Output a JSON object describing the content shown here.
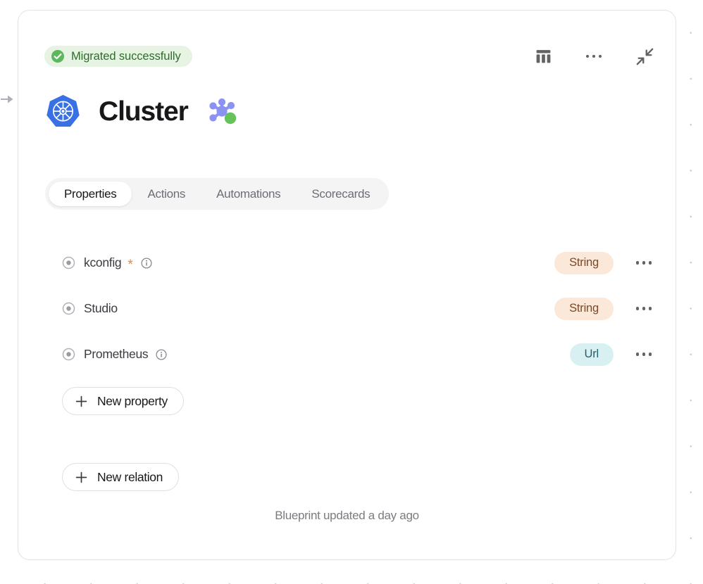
{
  "canvas": {
    "edge_handle_icon": "arrow-right-icon"
  },
  "card": {
    "status": {
      "icon": "check-circle-icon",
      "label": "Migrated successfully",
      "bg_color": "#e7f4e4",
      "text_color": "#2f6b2b"
    },
    "top_actions": [
      {
        "name": "table-view-button",
        "icon": "table-columns-icon"
      },
      {
        "name": "more-options-button",
        "icon": "ellipsis-icon"
      },
      {
        "name": "collapse-button",
        "icon": "collapse-arrows-icon"
      }
    ],
    "title": {
      "logo_icon": "kubernetes-icon",
      "text": "Cluster",
      "badge_icon": "node-graph-icon"
    },
    "tabs": [
      {
        "label": "Properties",
        "active": true
      },
      {
        "label": "Actions",
        "active": false
      },
      {
        "label": "Automations",
        "active": false
      },
      {
        "label": "Scorecards",
        "active": false
      }
    ],
    "properties": [
      {
        "name": "kconfig",
        "required": true,
        "has_info": true,
        "type": "String",
        "type_style": "string",
        "menu_icon": "ellipsis-icon"
      },
      {
        "name": "Studio",
        "required": false,
        "has_info": false,
        "type": "String",
        "type_style": "string",
        "menu_icon": "ellipsis-icon"
      },
      {
        "name": "Prometheus",
        "required": false,
        "has_info": true,
        "type": "Url",
        "type_style": "url",
        "menu_icon": "ellipsis-icon"
      }
    ],
    "new_property_label": "New property",
    "new_relation_label": "New relation",
    "footer_note": "Blueprint updated a day ago",
    "colors": {
      "string_badge_bg": "#fbe8d8",
      "string_badge_text": "#78492a",
      "url_badge_bg": "#d9f0f2",
      "url_badge_text": "#21616b",
      "required_star": "#e8883c",
      "kubernetes_blue": "#3970e4",
      "node_purple": "#8b93f2",
      "node_green": "#64c45a"
    }
  }
}
